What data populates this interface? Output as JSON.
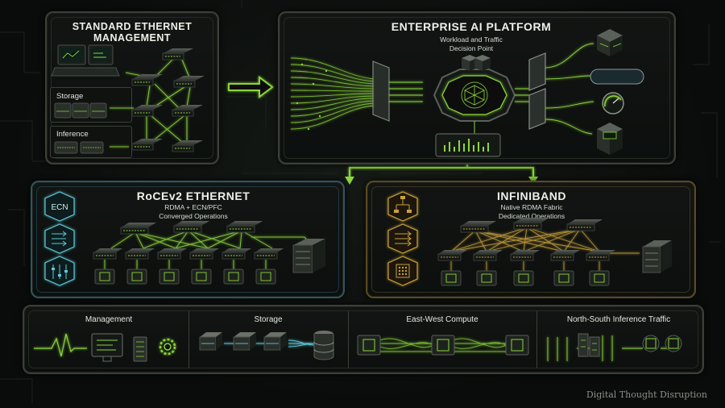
{
  "standard": {
    "title_line1": "STANDARD ETHERNET",
    "title_line2": "MANAGEMENT",
    "storage_label": "Storage",
    "inference_label": "Inference"
  },
  "enterprise": {
    "title": "ENTERPRISE AI PLATFORM",
    "subtitle_line1": "Workload and Traffic",
    "subtitle_line2": "Decision Point"
  },
  "roce": {
    "title": "RoCEv2 ETHERNET",
    "subtitle_line1": "RDMA + ECN/PFC",
    "subtitle_line2": "Converged Operations",
    "ecn_label": "ECN"
  },
  "infiniband": {
    "title": "INFINIBAND",
    "subtitle_line1": "Native RDMA Fabric",
    "subtitle_line2": "Dedicated Operations"
  },
  "bottom": {
    "management": "Management",
    "storage": "Storage",
    "east_west": "East-West Compute",
    "north_south": "North-South Inference Traffic"
  },
  "watermark": "Digital Thought Disruption",
  "colors": {
    "accent_green": "#8bd63a",
    "roce_teal": "#3e8a9a",
    "ib_gold": "#c9a13a"
  }
}
